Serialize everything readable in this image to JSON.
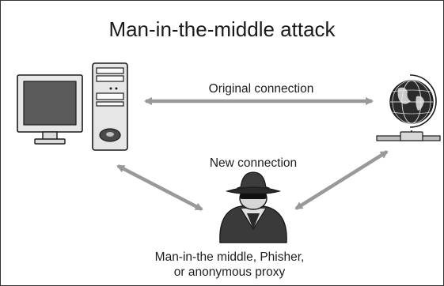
{
  "diagram": {
    "title": "Man-in-the-middle attack",
    "original_connection_label": "Original connection",
    "new_connection_label": "New connection",
    "attacker_label_line1": "Man-in-the middle, Phisher,",
    "attacker_label_line2": "or anonymous proxy",
    "colors": {
      "arrow": "#999999",
      "outline": "#1a1a1a",
      "screen": "#5a5a5a",
      "globe": "#2b2b2b",
      "attacker": "#333333"
    },
    "nodes": [
      "computer",
      "web-server-globe",
      "attacker"
    ],
    "icons": [
      "computer-icon",
      "globe-server-icon",
      "spy-attacker-icon"
    ]
  }
}
